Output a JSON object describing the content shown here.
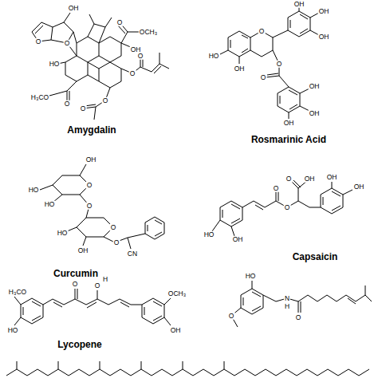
{
  "diagram": {
    "labels": [
      "OH",
      "O",
      "O",
      "O",
      "OCH₃",
      "OH",
      "HO",
      "O",
      "O",
      "H₃CO",
      "O",
      "O",
      "O",
      "Amygdalin",
      "OH",
      "OH",
      "OH",
      "HO",
      "O",
      "OH",
      "O",
      "O",
      "OH",
      "OH",
      "OH",
      "Rosmarinic Acid",
      "OH",
      "HO",
      "HO",
      "O",
      "O",
      "O",
      "HO",
      "OH",
      "O",
      "CN",
      "Curcumin",
      "O",
      "O",
      "O",
      "OH",
      "OH",
      "OH",
      "HO",
      "OH",
      "Capsaicin",
      "H₃CO",
      "HO",
      "O",
      "O",
      "H",
      "OCH₃",
      "OH",
      "Lycopene",
      "HO",
      "O",
      "N",
      "H",
      "O"
    ]
  }
}
